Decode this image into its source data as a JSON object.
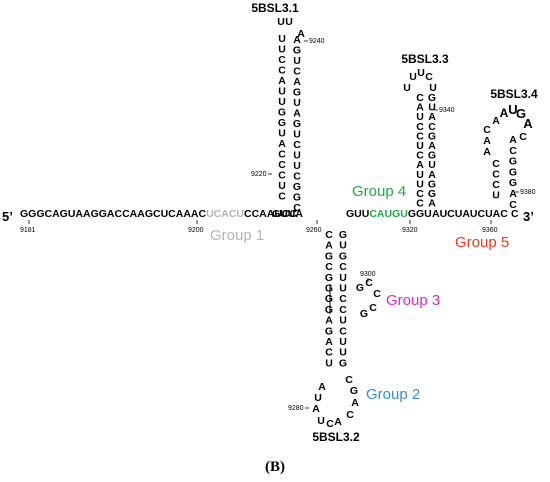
{
  "colors": {
    "black": "#000000",
    "group1": "#b4b4b4",
    "group2": "#3a8fd0",
    "group3": "#d42fc8",
    "group4": "#1fa84a",
    "group5": "#ea3b1a"
  },
  "titles": {
    "sl31": "5BSL3.1",
    "sl32": "5BSL3.2",
    "sl33": "5BSL3.3",
    "sl34": "5BSL3.4"
  },
  "ends": {
    "five": "5’",
    "three": "3’"
  },
  "groups": {
    "g1": "Group 1",
    "g2": "Group 2",
    "g3": "Group 3",
    "g4": "Group 4",
    "g5": "Group 5"
  },
  "panel_label": "(B)",
  "backbone": {
    "seg1": "GGGCAGUAAGGACCAAGCUCAAAC",
    "seg2": "UCACU",
    "seg3": "CCAAUCC",
    "seg4": "GUUA",
    "seg5": "GUU",
    "seg6": "CAUGU",
    "seg7": "GGU",
    "seg8": "AUCUAUCUAC"
  },
  "positions": {
    "p9181": "9181",
    "p9200": "9200",
    "p9220": "9220",
    "p9240": "9240",
    "p9260": "9260",
    "p9280": "9280",
    "p9300": "9300",
    "p9320": "9320",
    "p9340": "9340",
    "p9360": "9360",
    "p9380": "9380"
  },
  "sl31": {
    "left": "UUCCAUUGGUACCCUC",
    "right": "AGUCAGUAGUCUUCGGC",
    "loop_top": [
      "U",
      "U"
    ],
    "loop_a": "A"
  },
  "sl33": {
    "left": "CAUCCUCAUUCC",
    "right": "GUACGAGUAGGA",
    "loop_top": [
      "U",
      "U",
      "C"
    ],
    "loop_mid": [
      "U",
      "U"
    ]
  },
  "sl34": {
    "left_black": [
      "C",
      "A",
      "A"
    ],
    "left_red": [
      "C",
      "C",
      "C",
      "U"
    ],
    "right": [
      "A",
      "C",
      "G",
      "G",
      "G",
      "A",
      "C"
    ],
    "loop": [
      "A",
      "U",
      "G",
      "A",
      "C",
      "A"
    ]
  },
  "sl32": {
    "left": "CAGCGGGGAGACU",
    "right": "GUGCUUCCUCUUG",
    "bulge_top": [
      "G",
      "C",
      "C"
    ],
    "bulge_bottom": [
      "C",
      "G"
    ],
    "loop_left": [
      "A",
      "U",
      "A"
    ],
    "loop_bottom": [
      "U",
      "C",
      "A"
    ],
    "loop_right": [
      "C",
      "G",
      "A",
      "C"
    ]
  }
}
